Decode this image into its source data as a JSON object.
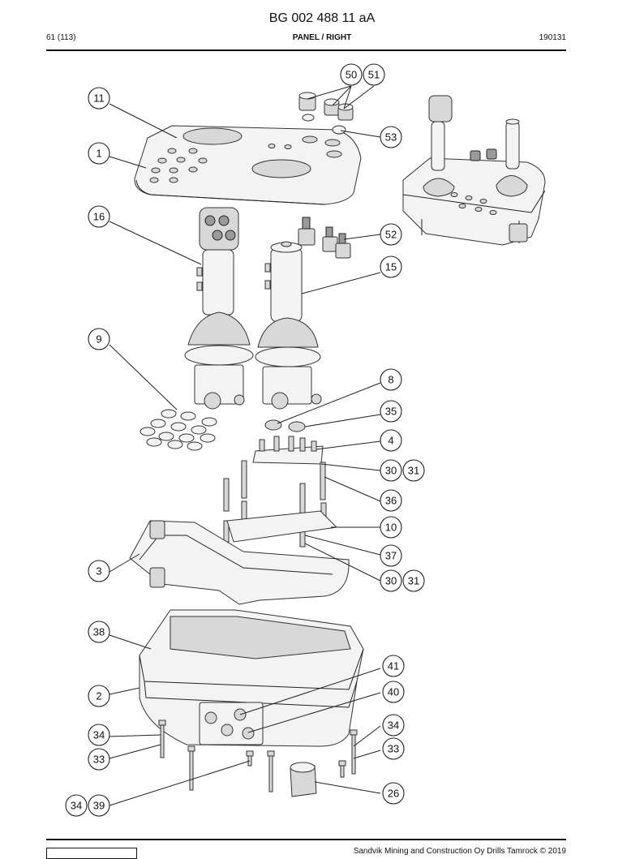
{
  "header": {
    "document_title": "BG 002 488 11 aA",
    "page_number": "61 (113)",
    "section": "PANEL / RIGHT",
    "date_code": "190131"
  },
  "footer": {
    "copyright": "Sandvik Mining and Construction Oy Drills Tamrock © 2019"
  },
  "callouts": [
    {
      "label": "50"
    },
    {
      "label": "51"
    },
    {
      "label": "11"
    },
    {
      "label": "53"
    },
    {
      "label": "1"
    },
    {
      "label": "16"
    },
    {
      "label": "52"
    },
    {
      "label": "15"
    },
    {
      "label": "9"
    },
    {
      "label": "8"
    },
    {
      "label": "35"
    },
    {
      "label": "4"
    },
    {
      "label": "30"
    },
    {
      "label": "31"
    },
    {
      "label": "36"
    },
    {
      "label": "10"
    },
    {
      "label": "37"
    },
    {
      "label": "3"
    },
    {
      "label": "30"
    },
    {
      "label": "31"
    },
    {
      "label": "38"
    },
    {
      "label": "41"
    },
    {
      "label": "40"
    },
    {
      "label": "2"
    },
    {
      "label": "34"
    },
    {
      "label": "34"
    },
    {
      "label": "33"
    },
    {
      "label": "33"
    },
    {
      "label": "26"
    },
    {
      "label": "34"
    },
    {
      "label": "39"
    }
  ]
}
